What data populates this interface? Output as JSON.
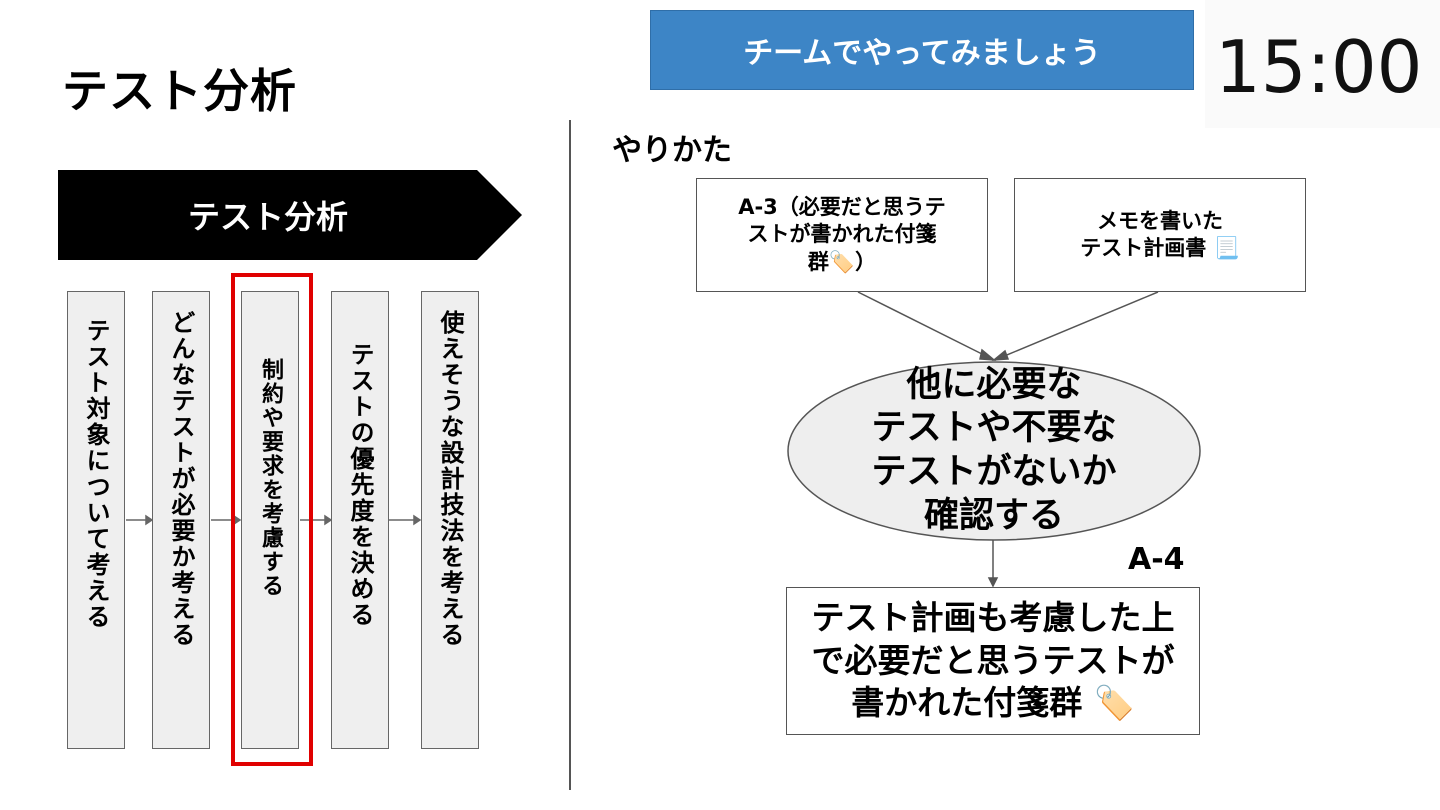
{
  "slide": {
    "title": "テスト分析",
    "team_banner": "チームでやってみましょう",
    "timer": "15:00",
    "colors": {
      "banner": "#3d85c6",
      "highlight": "#e00000",
      "header": "#000000"
    }
  },
  "left": {
    "header": "テスト分析",
    "steps": [
      "テスト対象について考える",
      "どんなテストが必要か考える",
      "制約や要求を考慮する",
      "テストの優先度を決める",
      "使えそうな設計技法を考える"
    ],
    "highlighted_step": 3
  },
  "right": {
    "howto_label": "やりかた",
    "input1_line1": "A-3（必要だと思うテ",
    "input1_line2": "ストが書かれた付箋",
    "input1_line3": "群🏷️）",
    "input2_line1": "メモを書いた",
    "input2_line2": "テスト計画書 📃",
    "process_line1": "他に必要な",
    "process_line2": "テストや不要な",
    "process_line3": "テストがないか",
    "process_line4": "確認する",
    "output_id": "A-4",
    "output_line1": "テスト計画も考慮した上",
    "output_line2": "で必要だと思うテストが",
    "output_line3": "書かれた付箋群 🏷️"
  }
}
